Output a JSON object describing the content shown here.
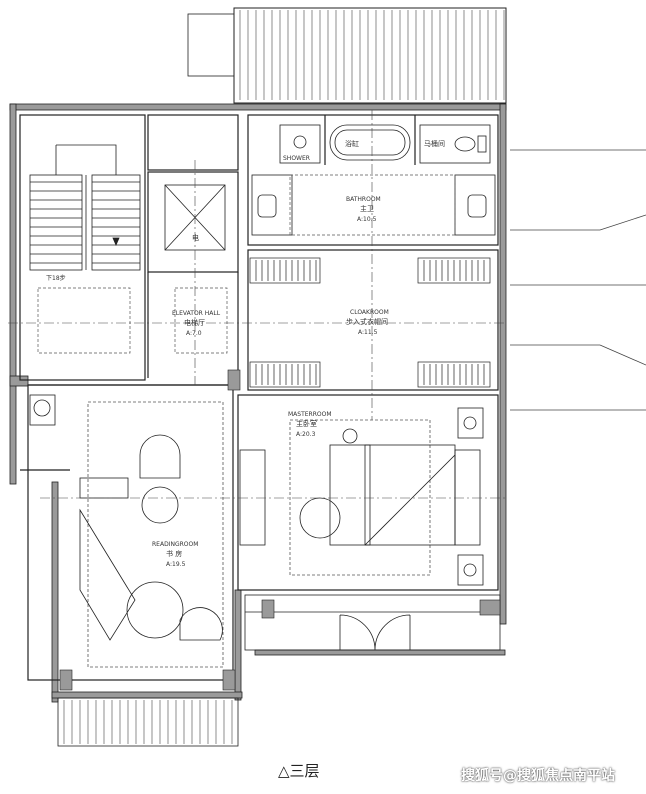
{
  "rooms": {
    "stair_down": "下18步",
    "elevator": "电",
    "elevator_hall_en": "ELEVATOR HALL",
    "elevator_hall_cn": "电梯厅",
    "elevator_hall_area": "A:7.0",
    "shower": "SHOWER",
    "bathtub": "浴缸",
    "toilet": "马桶间",
    "bathroom_en": "BATHROOM",
    "bathroom_cn": "主卫",
    "bathroom_area": "A:10.5",
    "cloakroom_en": "CLOAKROOM",
    "cloakroom_cn": "步入式衣帽间",
    "cloakroom_area": "A:11.5",
    "master_en": "MASTERROOM",
    "master_cn": "主卧室",
    "master_area": "A:20.3",
    "reading_en": "READINGROOM",
    "reading_cn": "书 房",
    "reading_area": "A:19.5"
  },
  "caption": "△三层",
  "watermark": "搜狐号@搜狐焦点南平站",
  "colors": {
    "line": "#222222",
    "wall_fill": "#9a9a9a",
    "dash": "#555555",
    "background": "#ffffff"
  }
}
